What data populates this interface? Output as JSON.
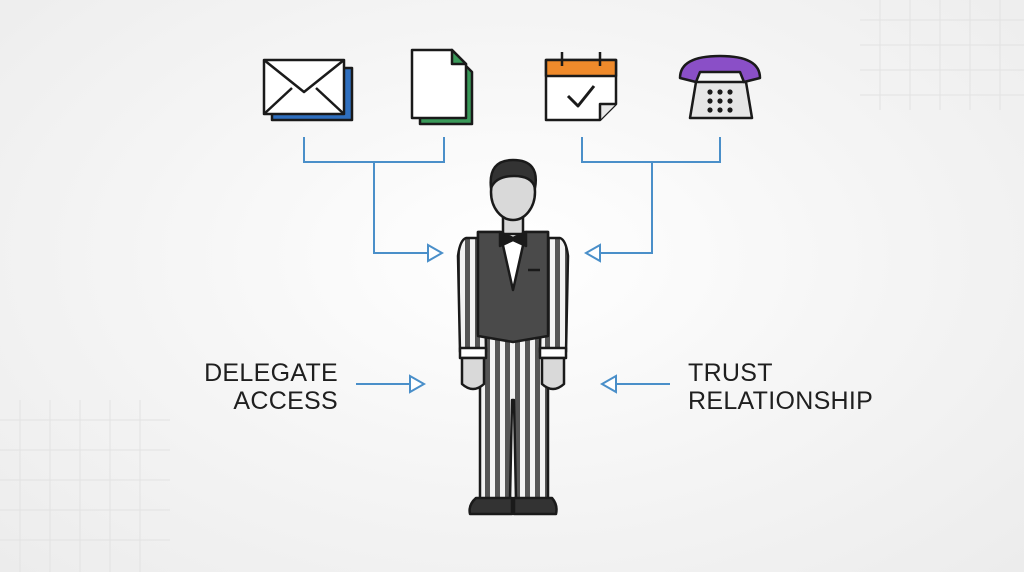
{
  "labels": {
    "delegate": {
      "line1": "DELEGATE",
      "line2": "ACCESS"
    },
    "trust": {
      "line1": "TRUST",
      "line2": "RELATIONSHIP"
    }
  },
  "icons": [
    "envelope-icon",
    "document-icon",
    "calendar-icon",
    "telephone-icon"
  ],
  "colors": {
    "connector": "#4a8fc9",
    "envelope_accent": "#2f6fbf",
    "document_accent": "#3a9a5a",
    "calendar_accent": "#ef8a2b",
    "phone_accent": "#8a4fc7",
    "outline": "#1a1a1a"
  }
}
